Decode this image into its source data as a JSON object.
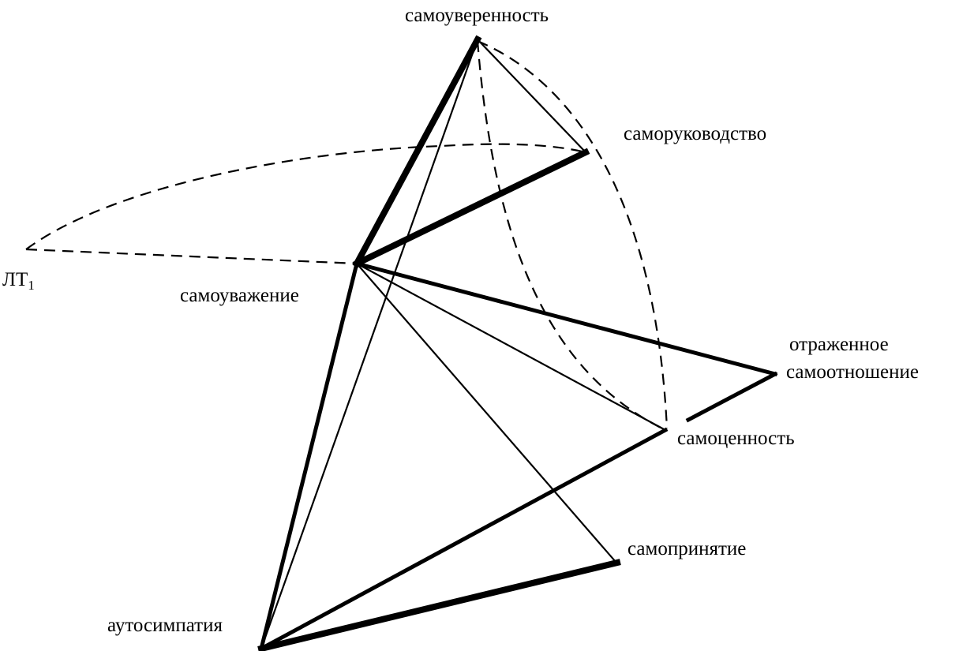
{
  "nodes": {
    "samouverennost": "самоуверенность",
    "samorukovodstvo": "саморуководство",
    "lt_main": "ЛТ",
    "lt_sub": "1",
    "samouvazhenie": "самоуважение",
    "otrazhennoe_line1": "отраженное",
    "otrazhennoe_line2": "самоотношение",
    "samocennost": "самоценность",
    "samoprinyatie": "самопринятие",
    "autosimpatiya": "аутосимпатия"
  }
}
